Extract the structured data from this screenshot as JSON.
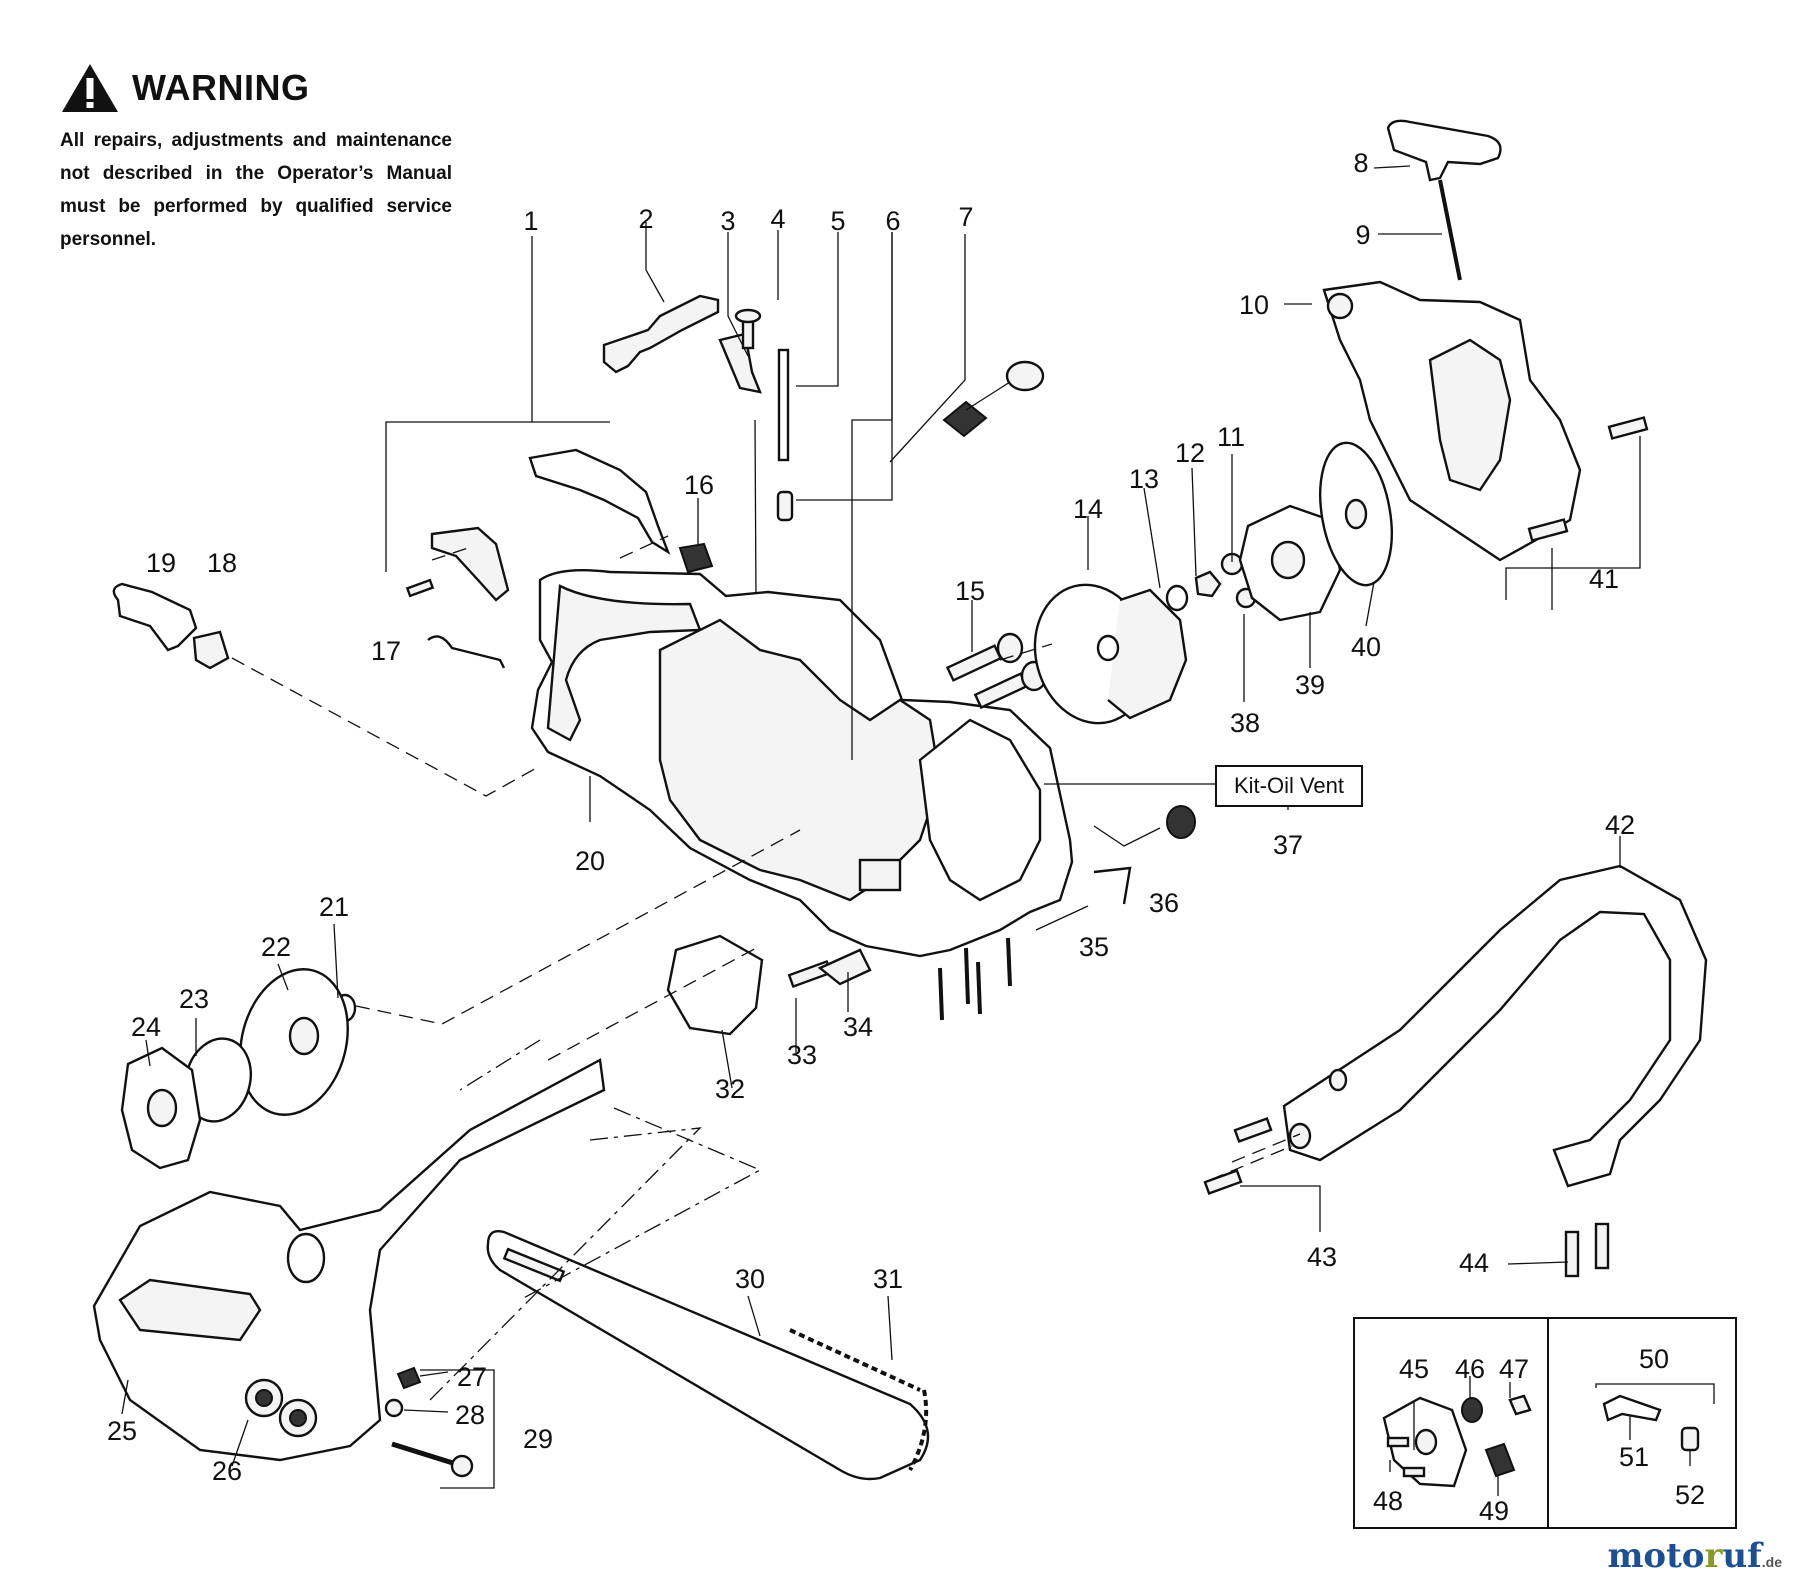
{
  "warning": {
    "title": "WARNING",
    "text": "All repairs, adjustments and maintenance not described in the Operator’s Manual must be performed by qualified service personnel."
  },
  "kit_box": {
    "label": "Kit-Oil Vent"
  },
  "labels": {
    "p1": "1",
    "p2": "2",
    "p3": "3",
    "p4": "4",
    "p5": "5",
    "p6": "6",
    "p7": "7",
    "p8": "8",
    "p9": "9",
    "p10": "10",
    "p11": "11",
    "p12": "12",
    "p13": "13",
    "p14": "14",
    "p15": "15",
    "p16": "16",
    "p17": "17",
    "p18": "18",
    "p19": "19",
    "p20": "20",
    "p21": "21",
    "p22": "22",
    "p23": "23",
    "p24": "24",
    "p25": "25",
    "p26": "26",
    "p27": "27",
    "p28": "28",
    "p29": "29",
    "p30": "30",
    "p31": "31",
    "p32": "32",
    "p33": "33",
    "p34": "34",
    "p35": "35",
    "p36": "36",
    "p37": "37",
    "p38": "38",
    "p39": "39",
    "p40": "40",
    "p41": "41",
    "p42": "42",
    "p43": "43",
    "p44": "44",
    "p45": "45",
    "p46": "46",
    "p47": "47",
    "p48": "48",
    "p49": "49",
    "p50": "50",
    "p51": "51",
    "p52": "52"
  },
  "watermark": {
    "part1": "moto",
    "part2": "r",
    "part3": "uf",
    "tld": ".de"
  }
}
